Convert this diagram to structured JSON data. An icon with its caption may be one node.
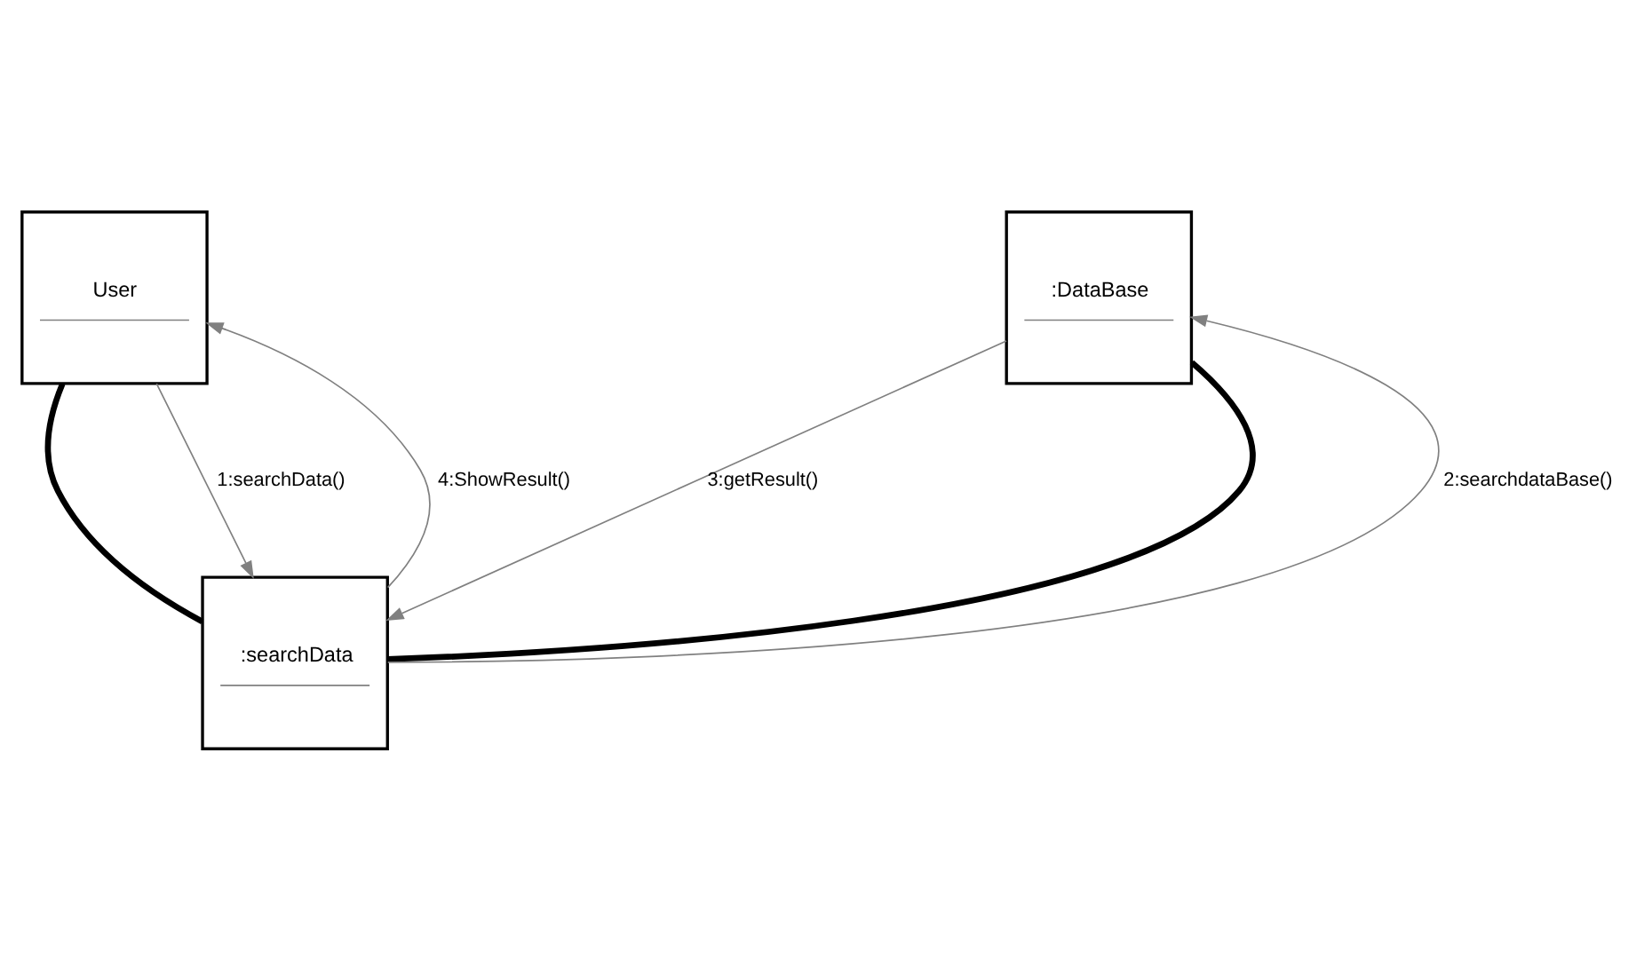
{
  "diagram": {
    "nodes": [
      {
        "text": [
          "User"
        ]
      },
      {
        "text": [
          ":DataBase"
        ]
      },
      {
        "text": [
          ":searchData"
        ]
      }
    ],
    "edges": [
      {
        "from": 0,
        "to": 2,
        "arrow": "none",
        "style": "thick",
        "color": "#000000"
      },
      {
        "from": 0,
        "to": 2,
        "arrow": "to",
        "label": "1:searchData()"
      },
      {
        "from": 2,
        "to": 0,
        "arrow": "to",
        "label": "4:ShowResult()"
      },
      {
        "from": 2,
        "to": 1,
        "arrow": "none",
        "style": "thick",
        "color": "#000000"
      },
      {
        "from": 2,
        "to": 1,
        "arrow": "to",
        "label": "2:searchdataBase()"
      },
      {
        "from": 1,
        "to": 2,
        "arrow": "to",
        "label": "3:getResult()"
      }
    ]
  }
}
